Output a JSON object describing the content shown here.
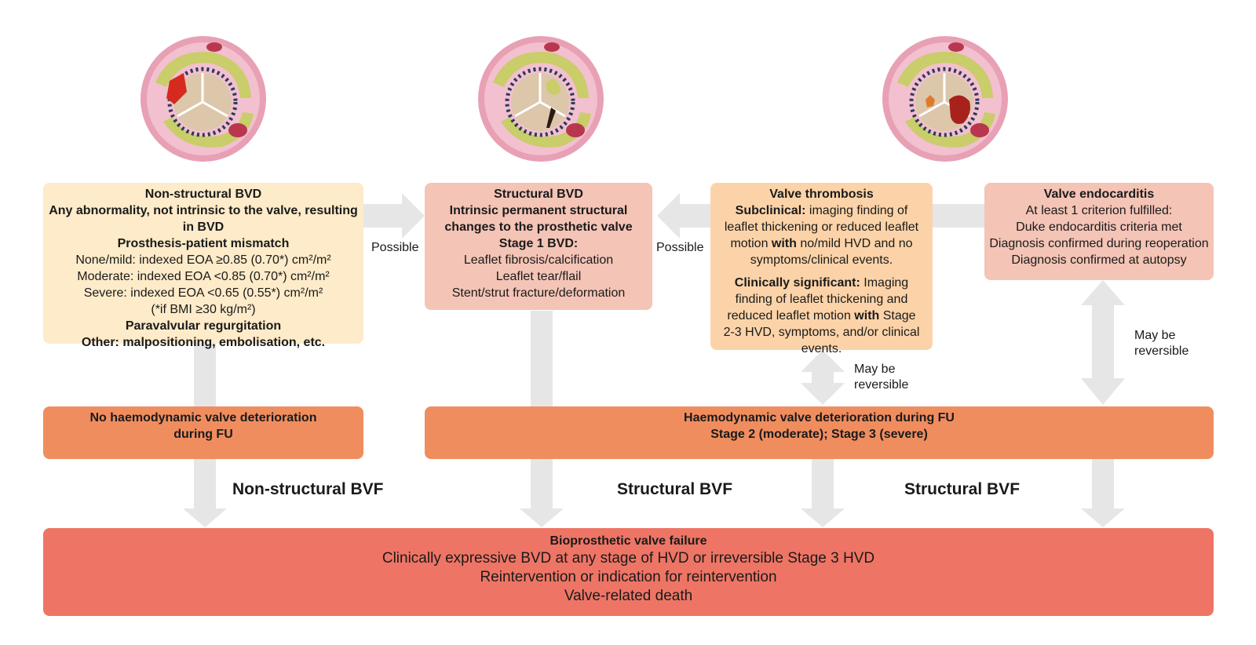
{
  "colors": {
    "non_structural_box": "#fdebc9",
    "structural_box": "#f4c4b6",
    "thrombosis_box": "#fcd3a8",
    "endocarditis_box": "#f4c4b6",
    "hvd_box": "#f08d5f",
    "bvf_box": "#ee7565",
    "arrow": "#e6e6e6"
  },
  "illustrations": [
    {
      "icon": "valve-leaflet-tear-illustration-icon"
    },
    {
      "icon": "valve-structural-damage-illustration-icon"
    },
    {
      "icon": "valve-thrombus-vegetation-illustration-icon"
    }
  ],
  "non_structural": {
    "title": "Non-structural BVD",
    "definition": "Any abnormality, not intrinsic to the valve, resulting in BVD",
    "mismatch_heading": "Prosthesis-patient mismatch",
    "mismatch_lines": [
      "None/mild: indexed EOA ≥0.85 (0.70*) cm²/m²",
      "Moderate: indexed EOA <0.85 (0.70*) cm²/m²",
      "Severe: indexed EOA <0.65 (0.55*) cm²/m²",
      "(*if BMI ≥30 kg/m²)"
    ],
    "paravalvular": "Paravalvular regurgitation",
    "other": "Other: malpositioning, embolisation, etc."
  },
  "structural": {
    "title": "Structural BVD",
    "definition_1": "Intrinsic permanent structural",
    "definition_2": "changes to the prosthetic valve",
    "stage_heading": "Stage 1 BVD:",
    "stage_lines": [
      "Leaflet fibrosis/calcification",
      "Leaflet tear/flail",
      "Stent/strut fracture/deformation"
    ]
  },
  "thrombosis": {
    "title": "Valve thrombosis",
    "subclinical_label": "Subclinical:",
    "subclinical_l1": " imaging finding of",
    "subclinical_l2": "leaflet thickening or reduced leaflet",
    "subclinical_l3a": "motion ",
    "subclinical_l3b": "with",
    "subclinical_l3c": " no/mild HVD and no",
    "subclinical_l4": "symptoms/clinical events.",
    "clinical_label": "Clinically significant:",
    "clinical_l1": " Imaging",
    "clinical_l2": "finding of leaflet thickening and",
    "clinical_l3a": "reduced leaflet motion ",
    "clinical_l3b": "with",
    "clinical_l3c": " Stage",
    "clinical_l4": "2-3 HVD, symptoms, and/or clinical events."
  },
  "endocarditis": {
    "title": "Valve endocarditis",
    "lines": [
      "At least 1 criterion fulfilled:",
      "Duke endocarditis criteria met",
      "Diagnosis confirmed during reoperation",
      "Diagnosis confirmed at autopsy"
    ]
  },
  "labels": {
    "possible_1": "Possible",
    "possible_2": "Possible",
    "reversible_1a": "May be",
    "reversible_1b": "reversible",
    "reversible_2a": "May be",
    "reversible_2b": "reversible"
  },
  "no_hvd": {
    "line1": "No haemodynamic valve deterioration",
    "line2": "during FU"
  },
  "hvd": {
    "line1": "Haemodynamic valve deterioration during FU",
    "line2": "Stage 2 (moderate); Stage 3 (severe)"
  },
  "bvf_labels": {
    "non_structural": "Non-structural BVF",
    "structural_1": "Structural BVF",
    "structural_2": "Structural BVF"
  },
  "bvf": {
    "title": "Bioprosthetic valve failure",
    "lines": [
      "Clinically expressive BVD at any stage of HVD or irreversible Stage 3 HVD",
      "Reintervention or indication for reintervention",
      "Valve-related death"
    ]
  }
}
